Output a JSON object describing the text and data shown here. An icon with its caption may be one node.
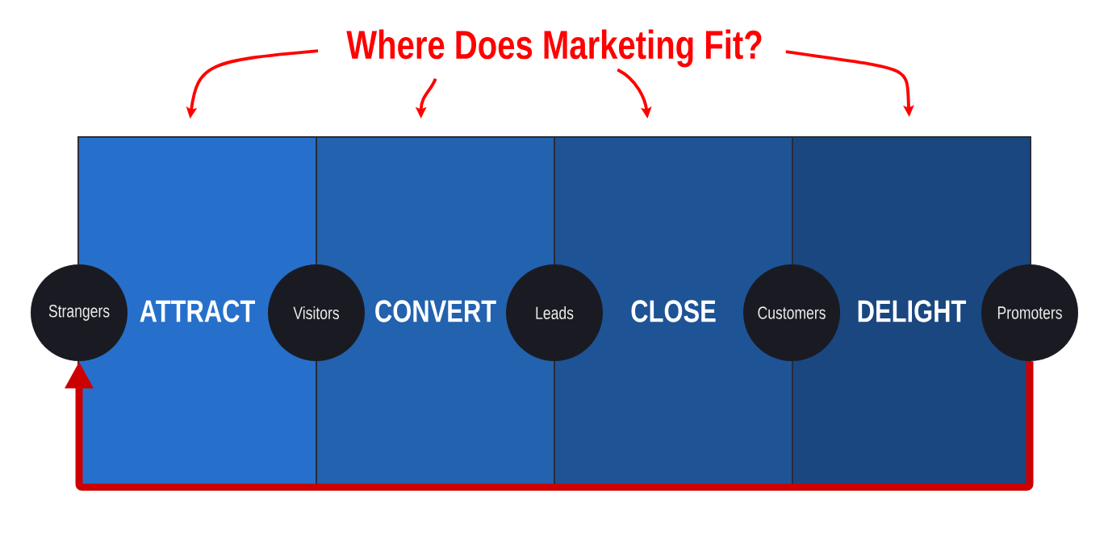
{
  "diagram": {
    "nodes": [
      {
        "text": [
          "Where Does Marketing Fit?"
        ]
      },
      {
        "text": [
          "ATTRACT"
        ]
      },
      {
        "text": [
          "CONVERT"
        ]
      },
      {
        "text": [
          "CLOSE"
        ]
      },
      {
        "text": [
          "DELIGHT"
        ]
      },
      {
        "text": [
          "Strangers"
        ]
      },
      {
        "text": [
          "Visitors"
        ]
      },
      {
        "text": [
          "Leads"
        ]
      },
      {
        "text": [
          "Customers"
        ]
      },
      {
        "text": [
          "Promoters"
        ]
      }
    ],
    "edges": [
      {
        "from": 0,
        "to": 1,
        "arrow": "to"
      },
      {
        "from": 0,
        "to": 2,
        "arrow": "to"
      },
      {
        "from": 0,
        "to": 3,
        "arrow": "to"
      },
      {
        "from": 0,
        "to": 4,
        "arrow": "to"
      },
      {
        "from": 9,
        "to": 5,
        "arrow": "to",
        "style": "thick",
        "color": "#cc0000"
      }
    ]
  }
}
